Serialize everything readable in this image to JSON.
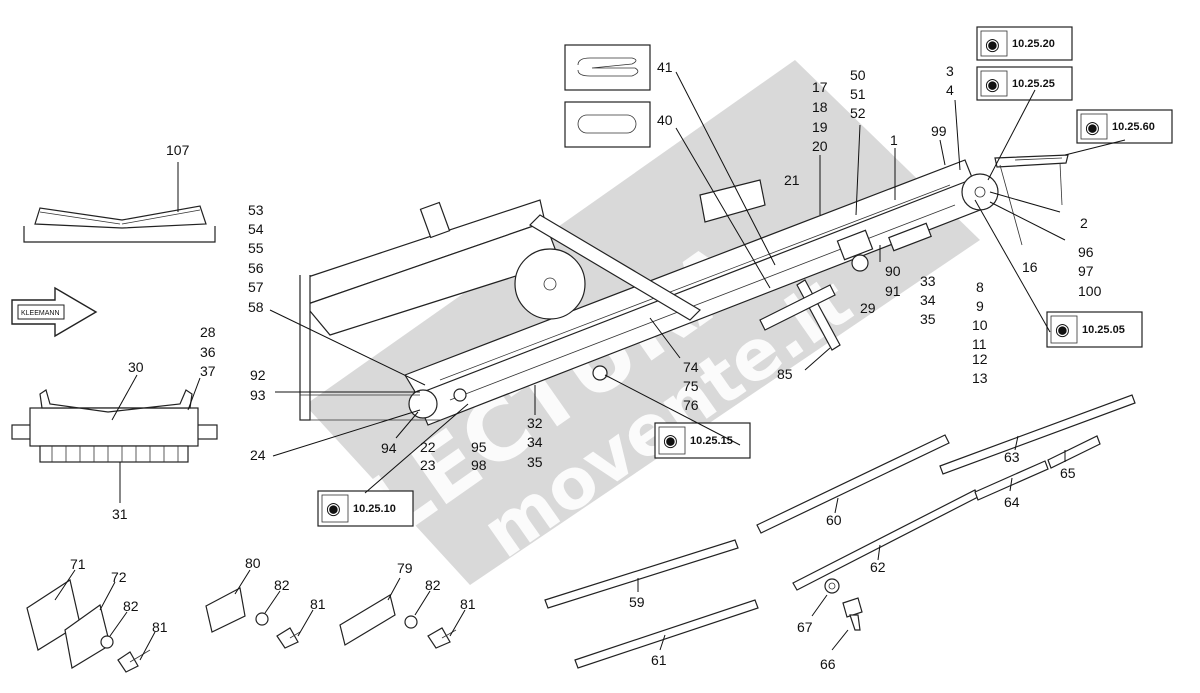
{
  "watermark": {
    "brand": "LECTURA",
    "site": "movente.it"
  },
  "brand_tag": "KLEEMANN",
  "refs": [
    "10.25.20",
    "10.25.25",
    "10.25.60",
    "10.25.05",
    "10.25.15",
    "10.25.10"
  ],
  "labels": {
    "l107": "107",
    "l28": "28",
    "l36": "36",
    "l37": "37",
    "l30": "30",
    "l31": "31",
    "l53": "53",
    "l54": "54",
    "l55": "55",
    "l56": "56",
    "l57": "57",
    "l58": "58",
    "l92": "92",
    "l93": "93",
    "l24": "24",
    "l94": "94",
    "l22": "22",
    "l23": "23",
    "l95": "95",
    "l98": "98",
    "l32": "32",
    "l34a": "34",
    "l35a": "35",
    "l74": "74",
    "l75": "75",
    "l76": "76",
    "l41": "41",
    "l40": "40",
    "l17": "17",
    "l18": "18",
    "l19": "19",
    "l20": "20",
    "l21": "21",
    "l50": "50",
    "l51": "51",
    "l52": "52",
    "l1": "1",
    "l99": "99",
    "l3": "3",
    "l4": "4",
    "l2": "2",
    "l96": "96",
    "l97": "97",
    "l100": "100",
    "l16": "16",
    "l90": "90",
    "l91": "91",
    "l29": "29",
    "l33": "33",
    "l34b": "34",
    "l35b": "35",
    "l8": "8",
    "l9": "9",
    "l10": "10",
    "l11": "11",
    "l12": "12",
    "l13": "13",
    "l85": "85",
    "l63": "63",
    "l65": "65",
    "l64": "64",
    "l60": "60",
    "l62": "62",
    "l59": "59",
    "l61": "61",
    "l67": "67",
    "l66": "66",
    "l71": "71",
    "l72": "72",
    "l82a": "82",
    "l81a": "81",
    "l80": "80",
    "l82b": "82",
    "l81b": "81",
    "l79": "79",
    "l82c": "82",
    "l81c": "81"
  }
}
